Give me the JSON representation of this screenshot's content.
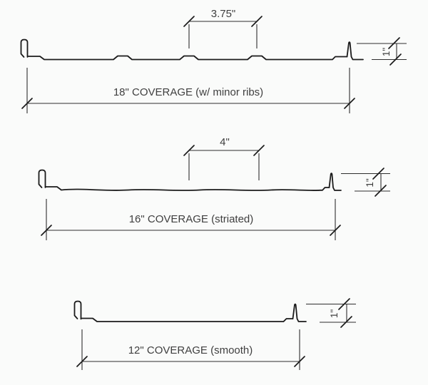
{
  "drawing": {
    "title": "metal panel profile sections",
    "colors": {
      "background": "#fafbfa",
      "line": "#1b1b1b",
      "text": "#3f3f3f"
    },
    "panels": [
      {
        "surface": "minor ribs",
        "rib_spacing_label": "3.75\"",
        "seam_height_label": "1\"",
        "coverage_label": "18\" COVERAGE (w/ minor ribs)"
      },
      {
        "surface": "striated",
        "flute_spacing_label": "4\"",
        "seam_height_label": "1\"",
        "coverage_label": "16\" COVERAGE (striated)"
      },
      {
        "surface": "smooth",
        "seam_height_label": "1\"",
        "coverage_label": "12\" COVERAGE (smooth)"
      }
    ]
  }
}
